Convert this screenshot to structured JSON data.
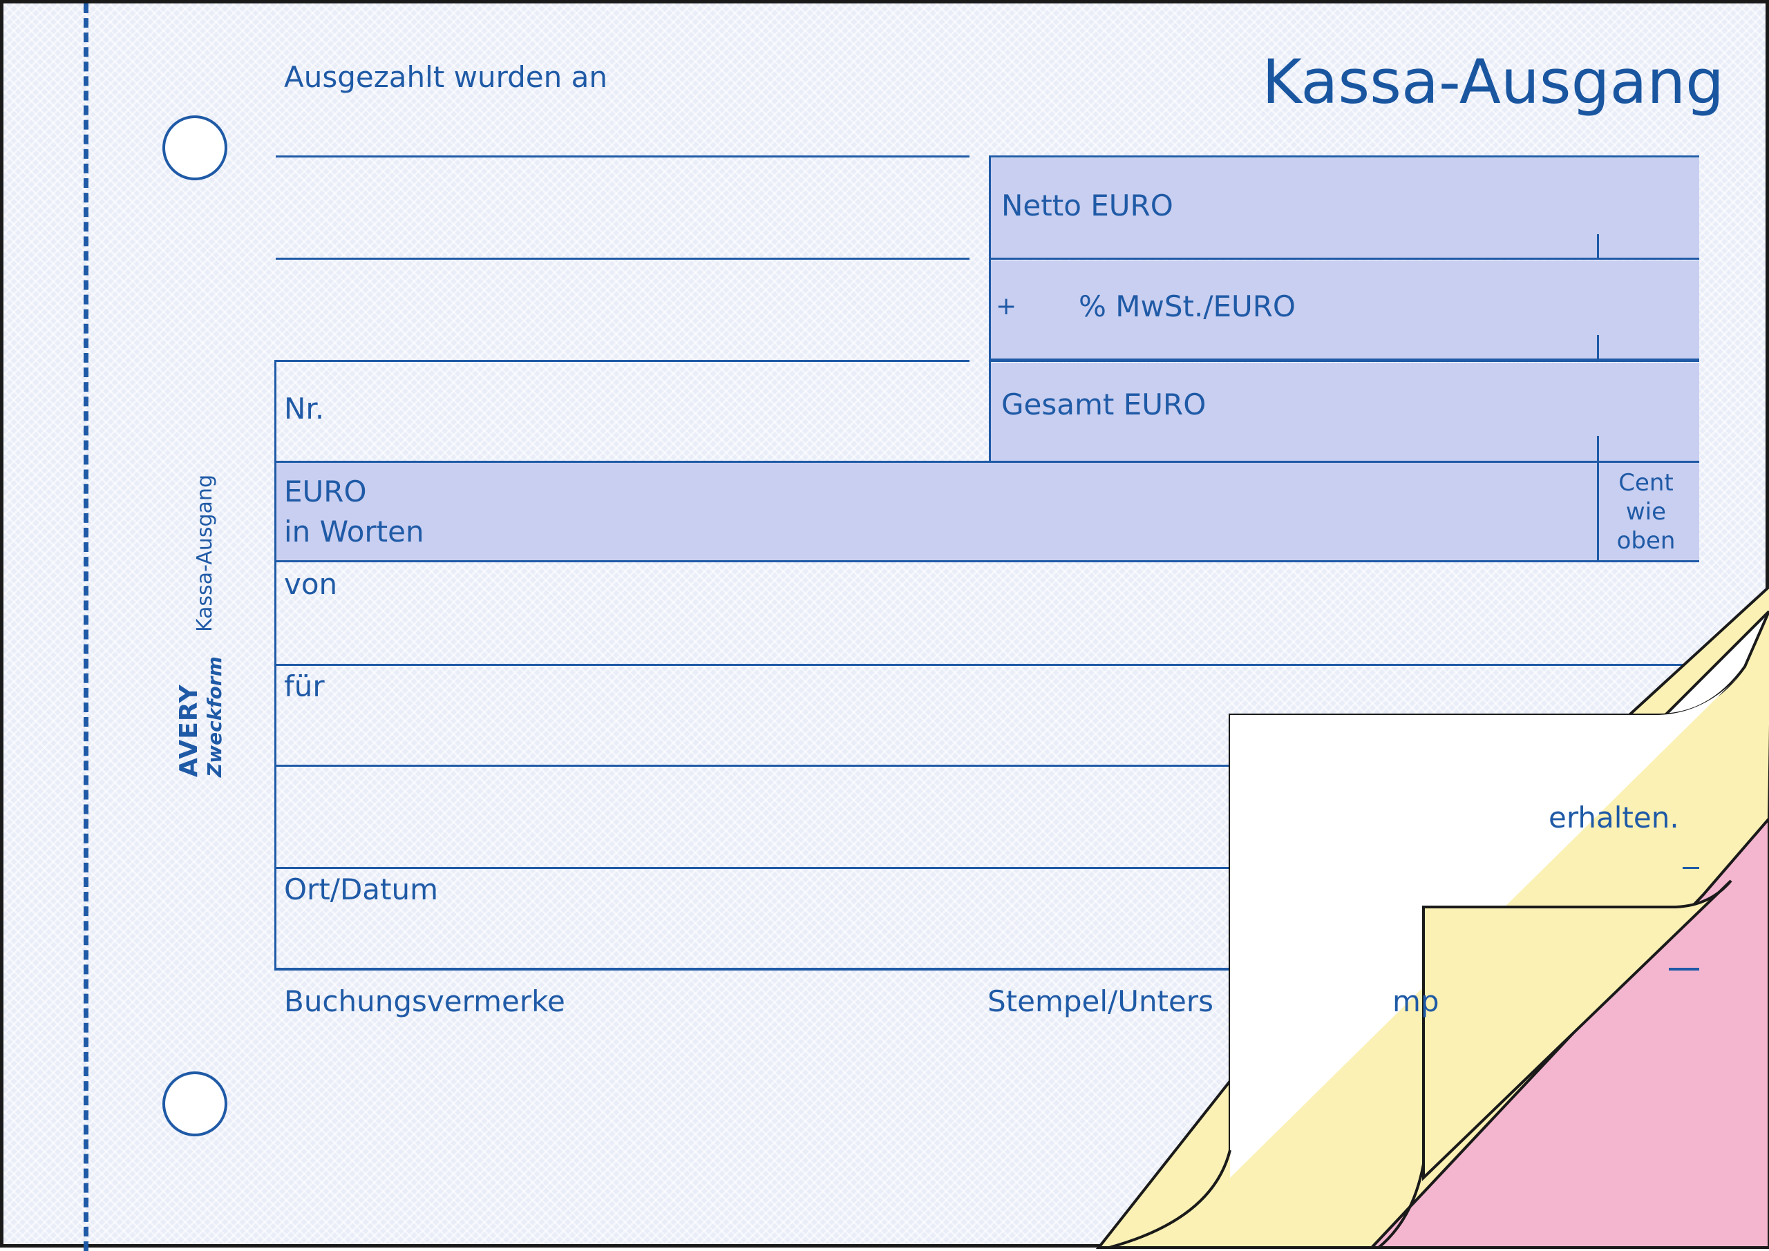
{
  "form": {
    "title": "Kassa-Ausgang",
    "paid_to_label": "Ausgezahlt wurden an",
    "netto_label": "Netto EURO",
    "vat_plus": "+",
    "vat_label": "% MwSt./EURO",
    "total_label": "Gesamt EURO",
    "number_label": "Nr.",
    "euro_words_line1": "EURO",
    "euro_words_line2": "in Worten",
    "cent_line1": "Cent",
    "cent_line2": "wie",
    "cent_line3": "oben",
    "from_label": "von",
    "for_label": "für",
    "received_label": "erhalten.",
    "place_date_label": "Ort/Datum",
    "booking_label": "Buchungsvermerke",
    "stamp_label": "Stempel/Unters",
    "stamp_label_2": "mp"
  },
  "side": {
    "vertical_title": "Kassa-Ausgang",
    "brand_line1": "AVERY",
    "brand_line2": "Zweckform"
  },
  "colors": {
    "ink": "#1f5aa6",
    "shade": "#c9cff0",
    "yellow_copy": "#fbf1b4",
    "pink_copy": "#f4b6cf",
    "white_copy": "#ffffff"
  }
}
